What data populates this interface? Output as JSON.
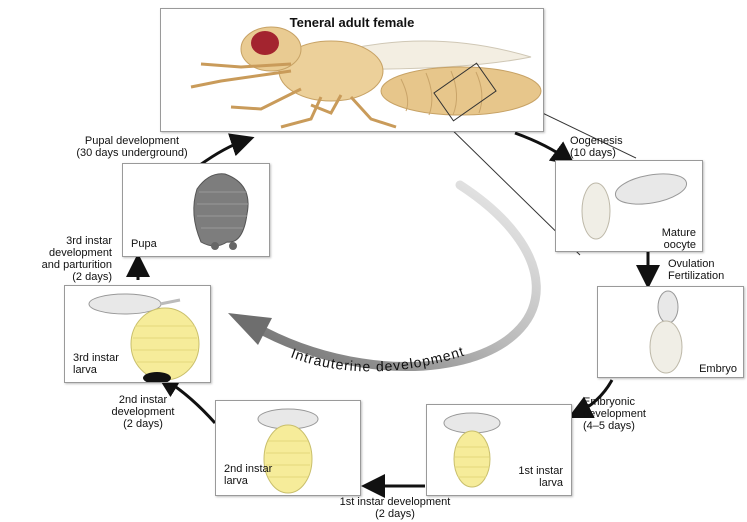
{
  "title": "Teneral adult female",
  "stages": {
    "adult": "Teneral adult female",
    "oocyte": "Mature\noocyte",
    "embryo": "Embryo",
    "larva1": "1st instar\nlarva",
    "larva2": "2nd instar\nlarva",
    "larva3": "3rd instar\nlarva",
    "pupa": "Pupa"
  },
  "transitions": {
    "oogenesis": "Oogenesis\n(10 days)",
    "ovulation": "Ovulation\nFertilization",
    "embryonic": "Embryonic\ndevelopment\n(4–5 days)",
    "first": "1st instar development\n(2 days)",
    "second": "2nd instar\ndevelopment\n(2 days)",
    "third": "3rd instar\ndevelopment\nand parturition\n(2 days)",
    "pupal": "Pupal development\n(30 days underground)"
  },
  "center_label": "Intrauterine development",
  "colors": {
    "fly_body": "#e9c98d",
    "fly_eye": "#a3242f",
    "larva": "#f6ec9a",
    "pupa": "#7d7d7d",
    "egg": "#f0eee6",
    "arrow": "#111111",
    "intrauterine_arrow": "#8a8a8a"
  }
}
